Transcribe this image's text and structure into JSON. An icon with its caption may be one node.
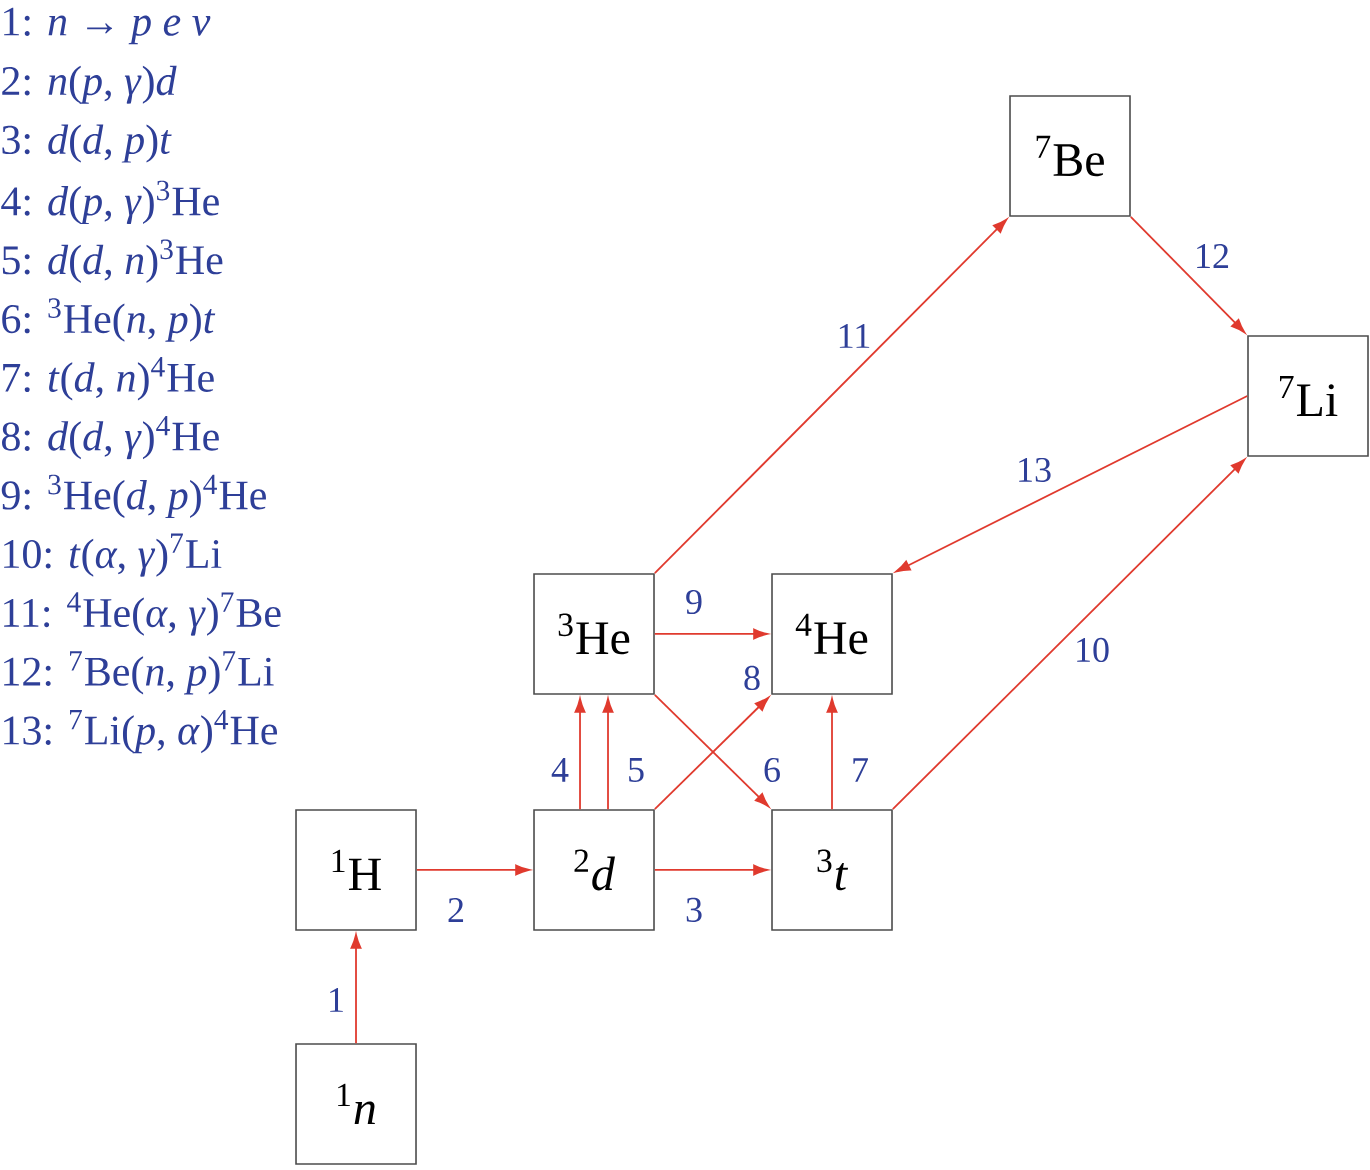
{
  "diagram": {
    "nodes": [
      {
        "text": [
          "$^{7}$Be"
        ]
      },
      {
        "text": [
          "$^{7}$Li"
        ]
      },
      {
        "text": [
          "$^{3}$He"
        ]
      },
      {
        "text": [
          "$^{4}$He"
        ]
      },
      {
        "text": [
          "$^{1}$H"
        ]
      },
      {
        "text": [
          "$^{2}$*d*"
        ]
      },
      {
        "text": [
          "$^{3}$*t*"
        ]
      },
      {
        "text": [
          "$^{1}$*n*"
        ]
      }
    ],
    "edges": [
      {
        "from": 7,
        "to": 4,
        "arrow": "to",
        "label": "1"
      },
      {
        "from": 4,
        "to": 5,
        "arrow": "to",
        "label": "2"
      },
      {
        "from": 5,
        "to": 6,
        "arrow": "to",
        "label": "3"
      },
      {
        "from": 5,
        "to": 2,
        "arrow": "to",
        "label": "4"
      },
      {
        "from": 5,
        "to": 2,
        "arrow": "to",
        "label": "5"
      },
      {
        "from": 2,
        "to": 6,
        "arrow": "to",
        "label": "6"
      },
      {
        "from": 6,
        "to": 3,
        "arrow": "to",
        "label": "7"
      },
      {
        "from": 5,
        "to": 3,
        "arrow": "to",
        "label": "8"
      },
      {
        "from": 2,
        "to": 3,
        "arrow": "to",
        "label": "9"
      },
      {
        "from": 6,
        "to": 1,
        "arrow": "to",
        "label": "10"
      },
      {
        "from": 2,
        "to": 0,
        "arrow": "to",
        "label": "11"
      },
      {
        "from": 0,
        "to": 1,
        "arrow": "to",
        "label": "12"
      },
      {
        "from": 1,
        "to": 3,
        "arrow": "to",
        "label": "13"
      }
    ],
    "labels": [
      "1: *n* → *p e ν*",
      "2: *n*(*p*, *γ*)*d*",
      "3: *d*(*d*, *p*)*t*",
      "4: *d*(*p*, *γ*)$^{3}$He",
      "5: *d*(*d*, *n*)$^{3}$He",
      "6: $^{3}$He(*n*, *p*)*t*",
      "7: *t*(*d*, *n*)$^{4}$He",
      "8: *d*(*d*, *γ*)$^{4}$He",
      "9: $^{3}$He(*d*, *p*)$^{4}$He",
      "10: *t*(*α*, *γ*)$^{7}$Li",
      "11: $^{4}$He(*α*, *γ*)$^{7}$Be",
      "12: $^{7}$Be(*n*, *p*)$^{7}$Li",
      "13: $^{7}$Li(*p*, *α*)$^{4}$He"
    ]
  }
}
